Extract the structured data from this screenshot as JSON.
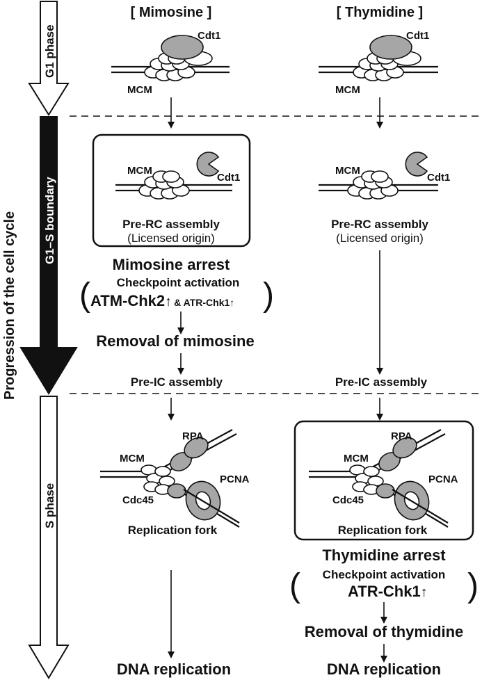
{
  "headers": {
    "mimosine": "[ Mimosine ]",
    "thymidine": "[ Thymidine ]"
  },
  "side": {
    "main_axis": "Progression of the cell cycle",
    "g1": "G1 phase",
    "g1s": "G1–S boundary",
    "s": "S phase"
  },
  "proteins": {
    "cdt1": "Cdt1",
    "mcm": "MCM",
    "rpa": "RPA",
    "pcna": "PCNA",
    "cdc45": "Cdc45"
  },
  "mimosine": {
    "prerc_title": "Pre-RC assembly",
    "prerc_sub": "(Licensed origin)",
    "arrest": "Mimosine arrest",
    "checkpoint": "Checkpoint activation",
    "atm": "ATM-Chk2",
    "amp": "& ATR-Chk1",
    "removal": "Removal of mimosine",
    "preic": "Pre-IC assembly",
    "fork": "Replication fork",
    "dna": "DNA replication"
  },
  "thymidine": {
    "prerc_title": "Pre-RC assembly",
    "prerc_sub": "(Licensed origin)",
    "preic": "Pre-IC assembly",
    "fork": "Replication fork",
    "arrest": "Thymidine arrest",
    "checkpoint": "Checkpoint activation",
    "atr": "ATR-Chk1",
    "removal": "Removal of thymidine",
    "dna": "DNA replication"
  },
  "symbols": {
    "up_arrow": "↑",
    "paren_open": "(",
    "paren_close": ")"
  },
  "colors": {
    "ink": "#111111",
    "fill_gray": "#a6a6a6",
    "fill_white": "#ffffff"
  }
}
